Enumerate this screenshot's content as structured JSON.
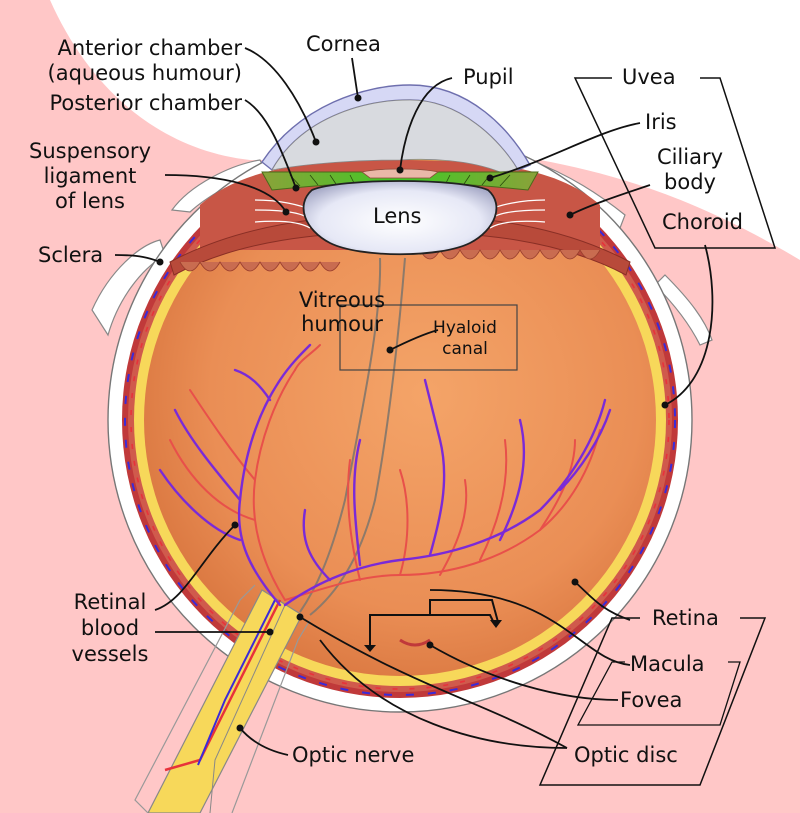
{
  "labels": {
    "anterior_chamber": "Anterior chamber",
    "aqueous_humour": "(aqueous humour)",
    "posterior_chamber": "Posterior chamber",
    "suspensory_ligament_1": "Suspensory",
    "suspensory_ligament_2": "ligament",
    "suspensory_ligament_3": "of lens",
    "sclera": "Sclera",
    "cornea": "Cornea",
    "pupil": "Pupil",
    "uvea": "Uvea",
    "iris": "Iris",
    "ciliary_body_1": "Ciliary",
    "ciliary_body_2": "body",
    "choroid": "Choroid",
    "lens": "Lens",
    "vitreous_humour_1": "Vitreous",
    "vitreous_humour_2": "humour",
    "hyaloid_canal_1": "Hyaloid",
    "hyaloid_canal_2": "canal",
    "retinal_blood_vessels_1": "Retinal",
    "retinal_blood_vessels_2": "blood",
    "retinal_blood_vessels_3": "vessels",
    "retina": "Retina",
    "macula": "Macula",
    "fovea": "Fovea",
    "optic_disc": "Optic disc",
    "optic_nerve": "Optic nerve"
  },
  "colors": {
    "background_pink": "#ffc7c7",
    "sclera": "#ffffff",
    "choroid": "#c0393a",
    "retina": "#f7d85a",
    "vitreous": "#eb955a",
    "cornea": "#d6d8f5",
    "iris": "#4fbf2a",
    "lens": "#f2f4fb",
    "artery": "#e8323a",
    "vein": "#7a2ad8"
  }
}
